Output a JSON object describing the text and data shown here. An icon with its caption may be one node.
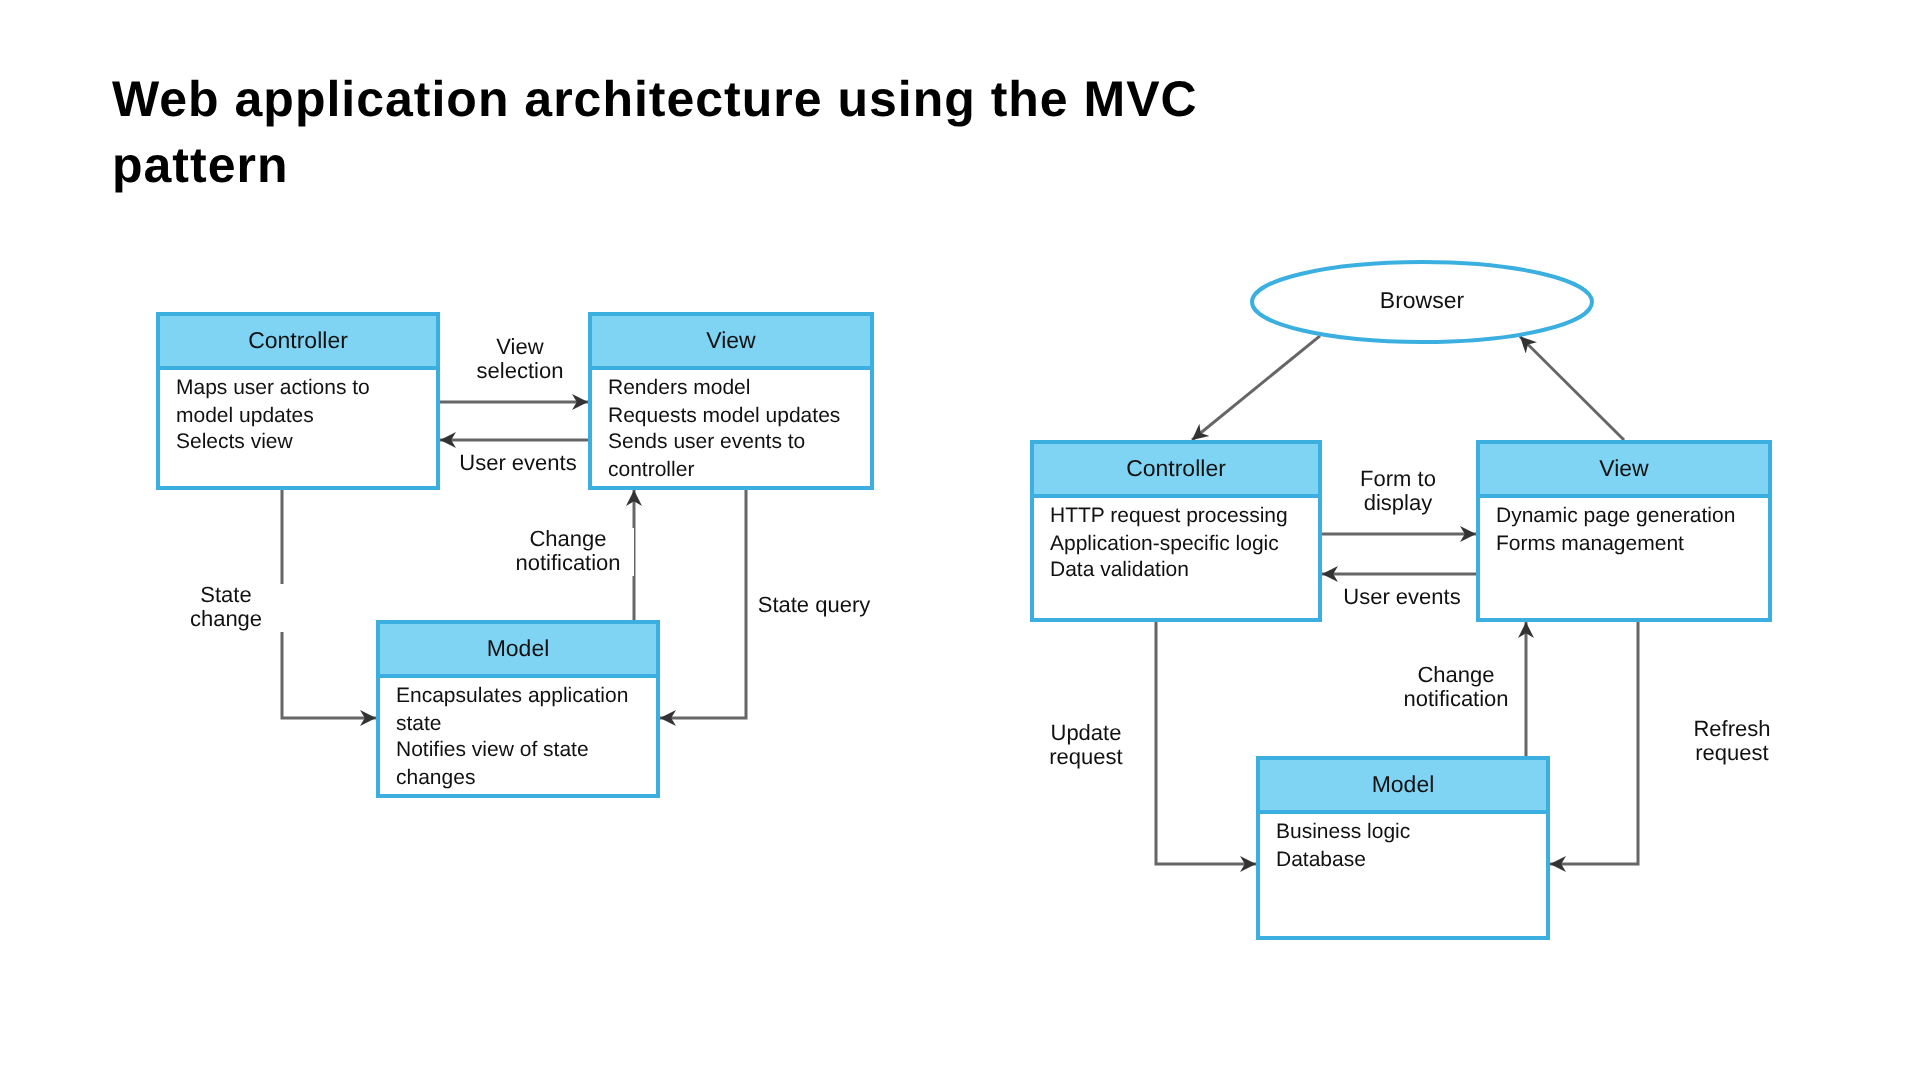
{
  "diagram": {
    "title": "Web application architecture using the MVC pattern",
    "nodes": [
      {
        "text": [
          "Controller",
          "Maps user actions to model updates",
          "Selects view"
        ]
      },
      {
        "text": [
          "View",
          "Renders model",
          "Requests model updates",
          "Sends user events to controller"
        ]
      },
      {
        "text": [
          "Model",
          "Encapsulates application state",
          "Notifies view of state changes"
        ]
      },
      {
        "text": [
          "Browser"
        ]
      },
      {
        "text": [
          "Controller",
          "HTTP request processing",
          "Application-specific logic",
          "Data validation"
        ]
      },
      {
        "text": [
          "View",
          "Dynamic page generation",
          "Forms management"
        ]
      },
      {
        "text": [
          "Model",
          "Business logic",
          "Database"
        ]
      }
    ],
    "edges": [
      {
        "from": 0,
        "to": 1,
        "arrow": "to",
        "label": "View selection"
      },
      {
        "from": 1,
        "to": 0,
        "arrow": "to",
        "label": "User events"
      },
      {
        "from": 0,
        "to": 2,
        "arrow": "to",
        "label": "State change"
      },
      {
        "from": 2,
        "to": 1,
        "arrow": "to",
        "label": "Change notification"
      },
      {
        "from": 1,
        "to": 2,
        "arrow": "to",
        "label": "State query"
      },
      {
        "from": 3,
        "to": 4,
        "arrow": "to"
      },
      {
        "from": 5,
        "to": 3,
        "arrow": "to"
      },
      {
        "from": 4,
        "to": 5,
        "arrow": "to",
        "label": "Form to display"
      },
      {
        "from": 5,
        "to": 4,
        "arrow": "to",
        "label": "User events"
      },
      {
        "from": 4,
        "to": 6,
        "arrow": "to",
        "label": "Update request"
      },
      {
        "from": 6,
        "to": 5,
        "arrow": "to",
        "label": "Change notification"
      },
      {
        "from": 5,
        "to": 6,
        "arrow": "to",
        "label": "Refresh request"
      }
    ]
  }
}
